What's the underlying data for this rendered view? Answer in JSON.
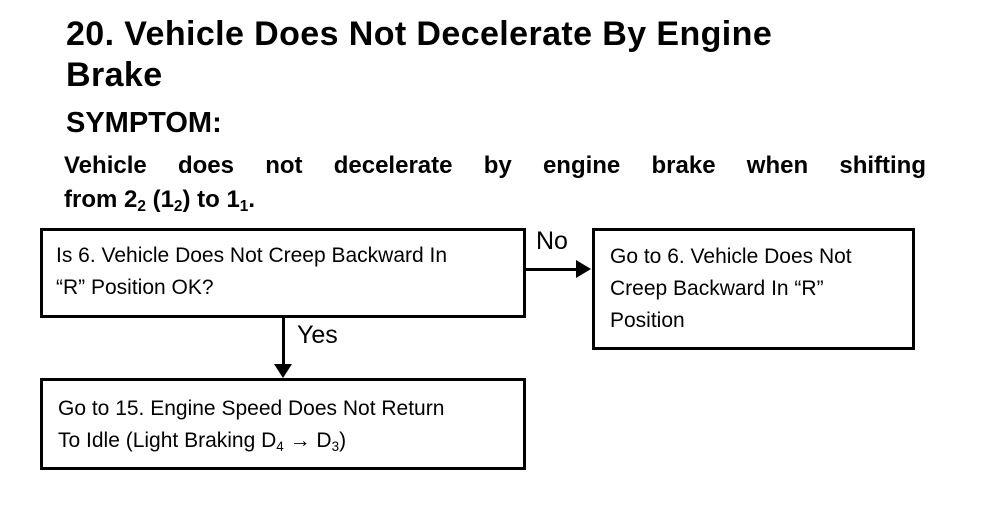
{
  "colors": {
    "ink": "#000000",
    "paper": "#ffffff"
  },
  "header": {
    "title_line1": "20. Vehicle Does Not Decelerate By Engine",
    "title_line2": "Brake",
    "symptom_label": "SYMPTOM:"
  },
  "symptom": {
    "line1": "Vehicle does not decelerate by engine brake when shifting",
    "line2": {
      "p1": "from 2",
      "sub1": "2",
      "p2": " (1",
      "sub2": "2",
      "p3": ") to 1",
      "sub3": "1",
      "p4": "."
    }
  },
  "flowchart": {
    "question_box": {
      "line1": "Is 6. Vehicle Does Not Creep Backward In",
      "line2": "“R” Position OK?"
    },
    "no_label": "No",
    "yes_label": "Yes",
    "no_target_box": {
      "line1": "Go to 6. Vehicle Does Not",
      "line2": "Creep Backward In “R”",
      "line3": "Position"
    },
    "yes_target_box": {
      "line1": "Go to 15. Engine Speed Does Not Return",
      "line2": {
        "p1": "To Idle (Light Braking D",
        "sub1": "4",
        "p2": " → D",
        "sub2": "3",
        "p3": ")"
      }
    }
  }
}
